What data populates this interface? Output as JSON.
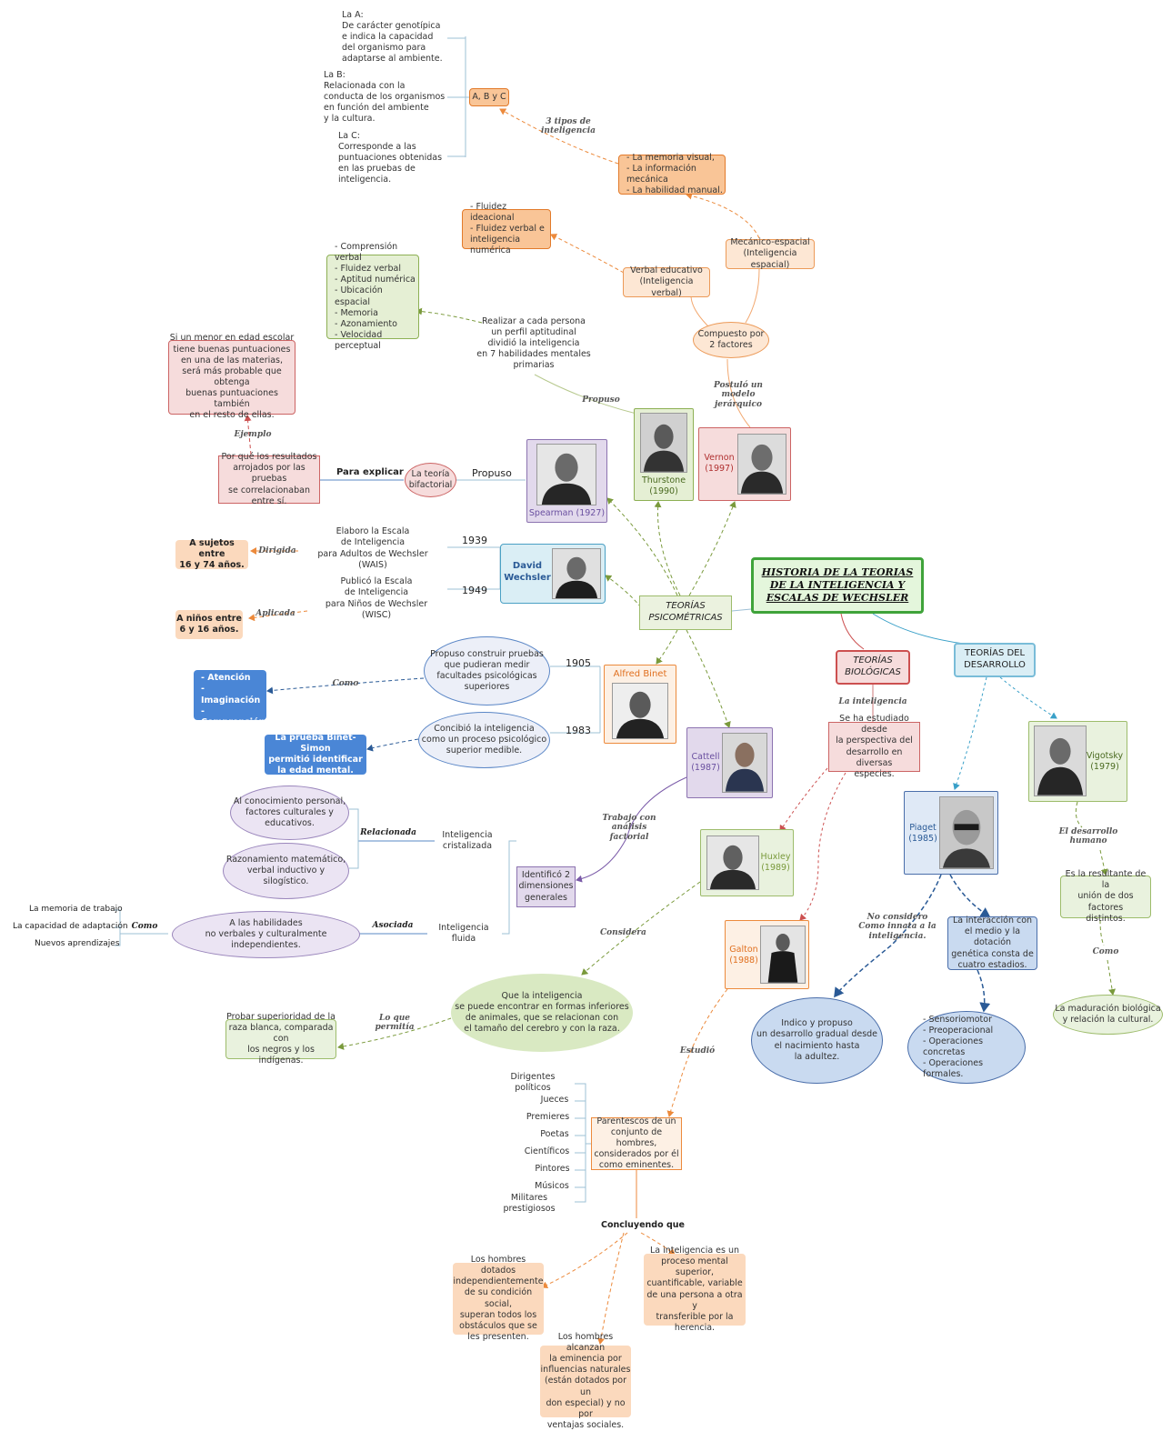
{
  "main": {
    "title": "HISTORIA DE LA TEORIAS\nDE LA INTELIGENCIA Y\nESCALAS DE WECHSLER"
  },
  "branches": {
    "psicometricas": "TEORÍAS\nPSICOMÉTRICAS",
    "biologicas": "TEORÍAS\nBIOLÓGICAS",
    "desarrollo": "TEORÍAS DEL\nDESARROLLO"
  },
  "authors": {
    "spearman": "Spearman (1927)",
    "thurstone": "Thurstone\n(1990)",
    "vernon": "Vernon\n(1997)",
    "wechsler": "David\nWechsler",
    "binet": "Alfred Binet",
    "cattell": "Cattell\n(1987)",
    "huxley": "Huxley\n(1989)",
    "galton": "Galton\n(1988)",
    "piaget": "Piaget\n(1985)",
    "vigotsky": "Vigotsky\n(1979)"
  },
  "vernon": {
    "tipoA": "La A:\nDe carácter genotípica\ne indica la capacidad\ndel organismo para\nadaptarse al ambiente.",
    "tipoB": "La B:\nRelacionada con la\nconducta de los organismos\nen función del ambiente\ny la cultura.",
    "tipoC": "La C:\nCorresponde a las\npuntuaciones obtenidas\nen las pruebas de\ninteligencia.",
    "abc": "A, B y C",
    "tipos_label": "3 tipos de\ninteligencia",
    "memoria": "- La memoria visual,\n- La información mecánica\n- La habilidad manual.",
    "fluidez": "- Fluidez ideacional\n- Fluidez verbal e\ninteligencia numérica",
    "mecanico": "Mecánico-espacial\n(Inteligencia espacial)",
    "verbal": "Verbal educativo\n(Inteligencia verbal)",
    "compuesto": "Compuesto por\n2 factores",
    "postulo": "Postuló un\nmodelo\njerárquico"
  },
  "thurstone": {
    "habilidades": "- Comprensión verbal\n- Fluidez verbal\n- Aptitud numérica\n- Ubicación espacial\n- Memoria\n- Azonamiento\n- Velocidad perceptual",
    "perfil": "Realizar a cada persona\nun perfil aptitudinal\ndividió la inteligencia\nen 7 habilidades mentales\nprimarias",
    "propuso": "Propuso"
  },
  "spearman": {
    "ejemplo_text": "Si un menor en edad escolar\ntiene buenas puntuaciones\nen una de las materias,\nserá más probable que obtenga\nbuenas puntuaciones también\nen el resto de ellas.",
    "ejemplo": "Ejemplo",
    "porque": "Por qué los resultados\narrojados por las pruebas\nse correlacionaban\nentre sí.",
    "para_explicar": "Para explicar",
    "bifactorial": "La teoría\nbifactorial",
    "propuso": "Propuso"
  },
  "wechsler": {
    "wais": "Elaboro la Escala\nde Inteligencia\npara Adultos de Wechsler\n(WAIS)",
    "wisc": "Publicó la Escala\nde Inteligencia\npara Niños de Wechsler\n(WISC)",
    "y1939": "1939",
    "y1949": "1949",
    "dirigida": "Dirigida",
    "aplicada": "Aplicada",
    "adultos": "A sujetos entre\n16 y 74 años.",
    "ninos": "A niños entre\n6 y 16 años."
  },
  "binet": {
    "pruebas": "Propuso construir pruebas\nque pudieran medir\nfacultades psicológicas\nsuperiores",
    "concibio": "Concibió la inteligencia\ncomo un proceso psicológico\nsuperior medible.",
    "y1905": "1905",
    "y1983": "1983",
    "como": "Como",
    "facultades": "- Memoria\n- Atención\n- Imaginación\n- Comprensión",
    "prueba": "La prueba Binet-Simon\npermitió identificar\nla edad mental."
  },
  "cattell": {
    "trabajo": "Trabajo con\nanálisis\nfactorial",
    "identifico": "Identificó 2\ndimensiones\ngenerales",
    "cristalizada": "Inteligencia\ncristalizada",
    "fluida": "Inteligencia\nfluida",
    "relacionada": "Relacionada",
    "asociada": "Asociada",
    "conocimiento": "Al conocimiento personal,\nfactores culturales y\neducativos.",
    "razonamiento": "Razonamiento matemático,\nverbal inductivo y\nsilogístico.",
    "habilidades": "A las habilidades\nno verbales y culturalmente independientes.",
    "como": "Como",
    "lista": [
      "La memoria de trabajo",
      "La capacidad de adaptación",
      "Nuevos aprendizajes"
    ]
  },
  "biologicas": {
    "la_inteligencia": "La inteligencia",
    "estudiado": "Se ha estudiado desde\nla perspectiva del\ndesarrollo en diversas\nespecies."
  },
  "huxley": {
    "considera": "Considera",
    "inferiores": "Que la inteligencia\nse puede encontrar en formas inferiores\nde animales, que se relacionan con\nel tamaño del cerebro y con la raza.",
    "lo_que": "Lo que\npermitía",
    "probar": "Probar superioridad de la\nraza blanca, comparada con\nlos negros y los indígenas."
  },
  "galton": {
    "estudio": "Estudió",
    "parentescos": "Parentescos de un\nconjunto de hombres,\nconsiderados por él\ncomo eminentes.",
    "lista": [
      "Dirigentes políticos",
      "Jueces",
      "Premieres",
      "Poetas",
      "Científicos",
      "Pintores",
      "Músicos",
      "Militares prestigiosos"
    ],
    "concluyendo": "Concluyendo que",
    "c1": "Los hombres dotados\nindependientemente\nde su condición social,\nsuperan todos los\nobstáculos que se\nles presenten.",
    "c2": "La inteligencia es un\nproceso mental superior,\ncuantificable, variable\nde una persona a otra y\ntransferible por la\nherencia.",
    "c3": "Los hombres alcanzan\nla eminencia por\ninfluencias naturales\n(están dotados por un\ndon especial) y no por\nventajas sociales."
  },
  "piaget": {
    "no_considero": "No considero\nComo innata a la\ninteligencia.",
    "indico": "Indico y propuso\nun desarrollo gradual desde\nel nacimiento hasta\nla adultez.",
    "interaccion": "La interacción con\nel medio y la dotación\ngenética consta de\ncuatro estadios.",
    "estadios": "- Sensoriomotor\n- Preoperacional\n- Operaciones concretas\n- Operaciones formales."
  },
  "vigotsky": {
    "desarrollo": "El desarrollo\nhumano",
    "resultante": "Es la resultante de la\nunión de dos factores\ndistintos.",
    "como": "Como",
    "maduracion": "La maduración biológica\ny relación la cultural."
  }
}
